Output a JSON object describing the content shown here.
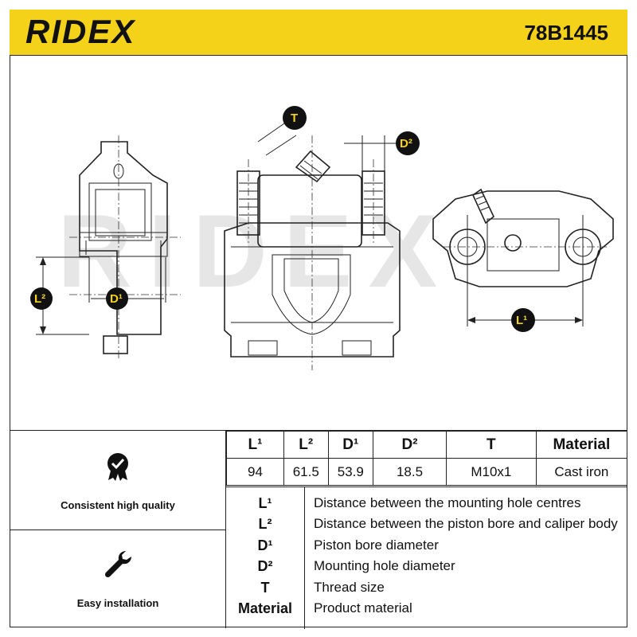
{
  "header": {
    "brand": "RIDEX",
    "part_number": "78B1445"
  },
  "drawing": {
    "watermark": "RIDEX",
    "dim_labels": {
      "L1": "L¹",
      "L2": "L²",
      "D1": "D¹",
      "D2": "D²",
      "T": "T"
    }
  },
  "features": [
    {
      "icon": "quality-badge-icon",
      "label": "Consistent high quality"
    },
    {
      "icon": "wrench-icon",
      "label": "Easy installation"
    }
  ],
  "spec_table": {
    "headers": [
      "L¹",
      "L²",
      "D¹",
      "D²",
      "T",
      "Material"
    ],
    "values": [
      "94",
      "61.5",
      "53.9",
      "18.5",
      "M10x1",
      "Cast iron"
    ]
  },
  "legend": [
    {
      "key": "L¹",
      "desc": "Distance between the mounting hole centres"
    },
    {
      "key": "L²",
      "desc": "Distance between the piston bore and caliper body"
    },
    {
      "key": "D¹",
      "desc": "Piston bore diameter"
    },
    {
      "key": "D²",
      "desc": "Mounting hole diameter"
    },
    {
      "key": "T",
      "desc": "Thread size"
    },
    {
      "key": "Material",
      "desc": "Product material"
    }
  ],
  "colors": {
    "brand_yellow": "#f5d21a",
    "ink": "#111111"
  }
}
